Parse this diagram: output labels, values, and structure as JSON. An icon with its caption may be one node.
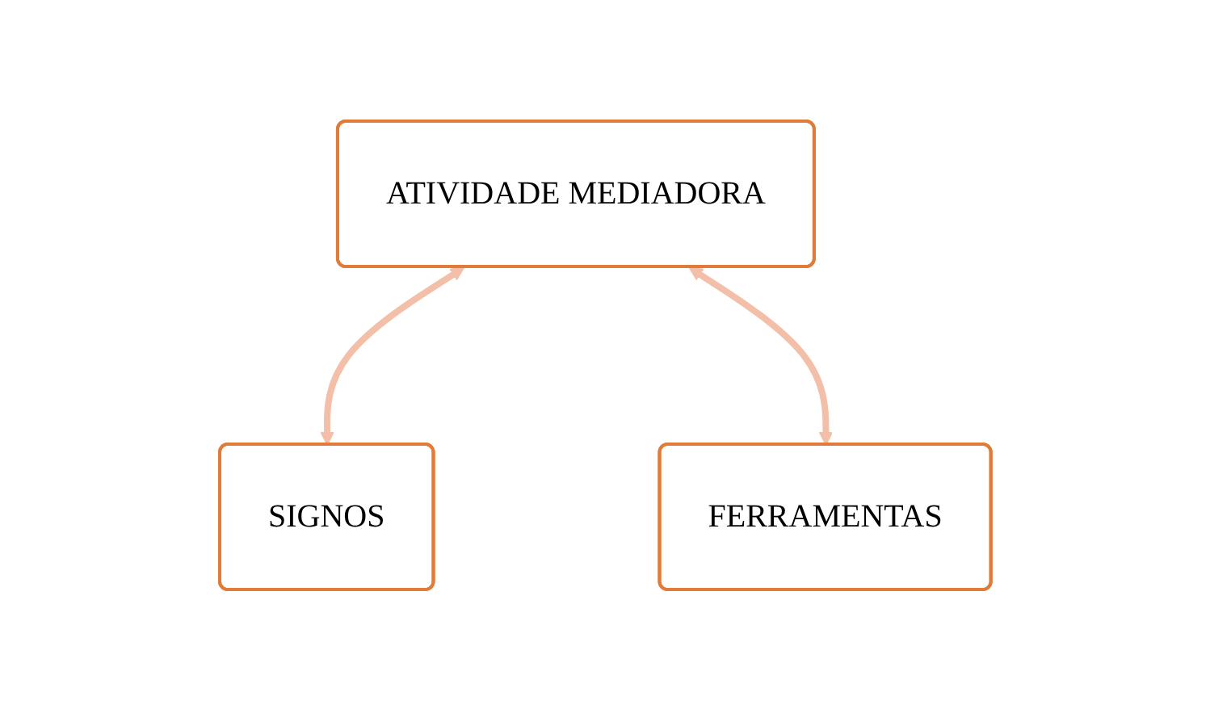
{
  "diagram": {
    "nodes": [
      {
        "text": [
          "ATIVIDADE MEDIADORA"
        ]
      },
      {
        "text": [
          "SIGNOS"
        ]
      },
      {
        "text": [
          "FERRAMENTAS"
        ]
      }
    ],
    "edges": [
      {
        "from": 0,
        "to": 1,
        "arrow": "both"
      },
      {
        "from": 0,
        "to": 2,
        "arrow": "both"
      }
    ]
  }
}
